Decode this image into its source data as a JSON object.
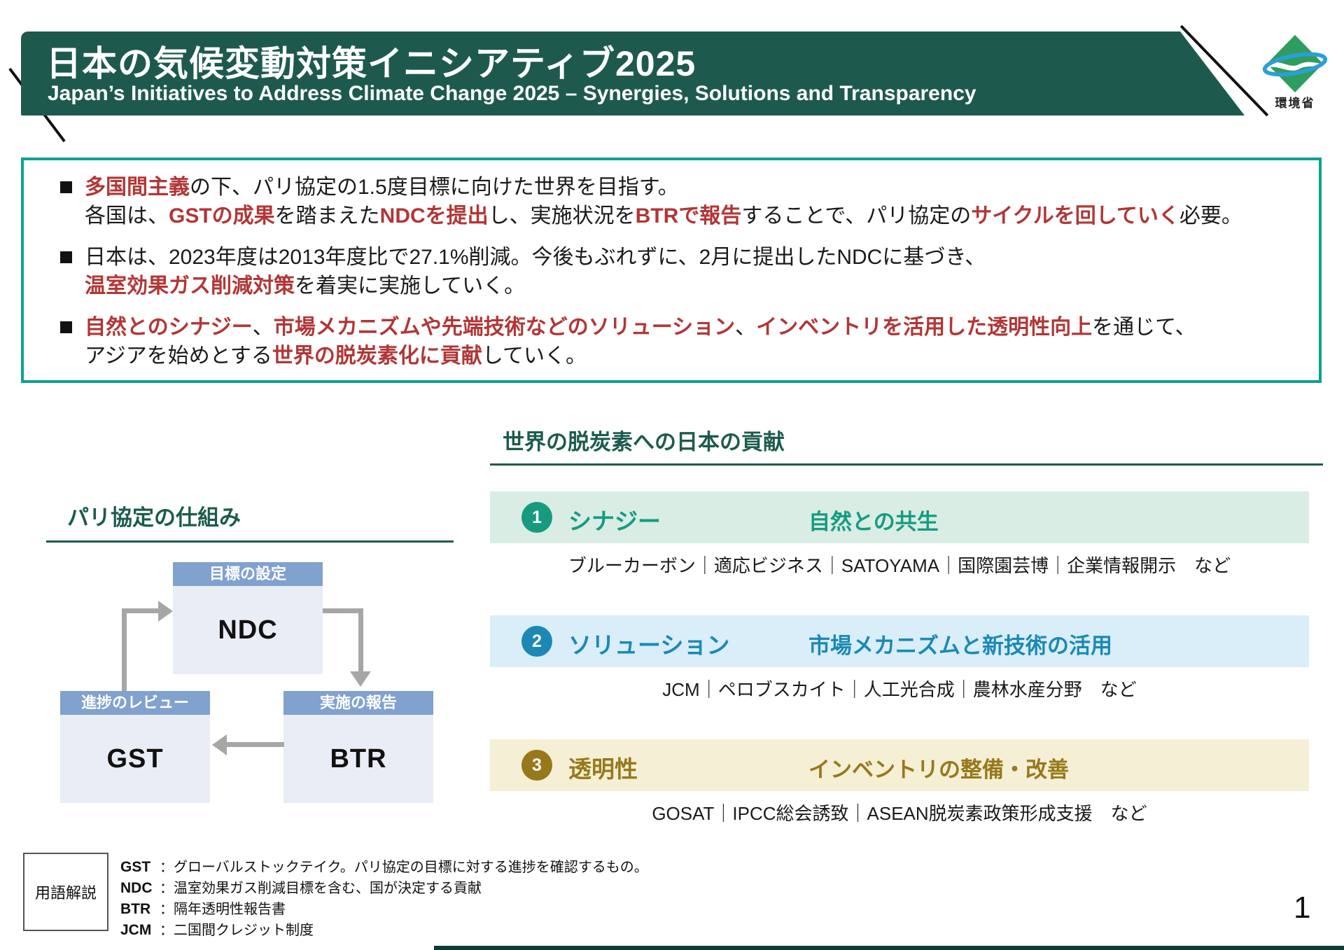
{
  "theme": {
    "header-bg": "#1d5a4d",
    "dark-green": "#1d5b4e",
    "box-border": "#0da291",
    "red": "#b23636",
    "arrow": "#a6a6a6",
    "diagram-header": "#81a1ce",
    "diagram-body": "#e9edf5"
  },
  "header": {
    "title": "日本の気候変動対策イニシアティブ2025",
    "subtitle": "Japan’s Initiatives to Address Climate Change 2025 – Synergies, Solutions and Transparency",
    "ministry": "環境省"
  },
  "summary": {
    "bullets": [
      {
        "line1": [
          {
            "t": "多国間主義",
            "em": true
          },
          {
            "t": "の下、パリ協定の1.5度目標に向けた世界を目指す。"
          }
        ],
        "line2": [
          {
            "t": "各国は、"
          },
          {
            "t": "GSTの成果",
            "em": true
          },
          {
            "t": "を踏まえた"
          },
          {
            "t": "NDCを提出",
            "em": true
          },
          {
            "t": "し、実施状況を"
          },
          {
            "t": "BTRで報告",
            "em": true
          },
          {
            "t": "することで、パリ協定の"
          },
          {
            "t": "サイクルを回していく",
            "em": true
          },
          {
            "t": "必要。"
          }
        ]
      },
      {
        "line1": [
          {
            "t": "日本は、2023年度は2013年度比で27.1%削減。今後もぶれずに、2月に提出したNDCに基づき、"
          }
        ],
        "line2": [
          {
            "t": "温室効果ガス削減対策",
            "em": true
          },
          {
            "t": "を着実に実施していく。"
          }
        ]
      },
      {
        "line1": [
          {
            "t": "自然とのシナジー",
            "em": true
          },
          {
            "t": "、"
          },
          {
            "t": "市場メカニズムや先端技術などのソリューション",
            "em": true
          },
          {
            "t": "、"
          },
          {
            "t": "インベントリを活用した透明性向上",
            "em": true
          },
          {
            "t": "を通じて、"
          }
        ],
        "line2": [
          {
            "t": "アジアを始めとする"
          },
          {
            "t": "世界の脱炭素化に貢献",
            "em": true
          },
          {
            "t": "していく。"
          }
        ]
      }
    ]
  },
  "paris": {
    "heading": "パリ協定の仕組み",
    "ndc": {
      "label": "目標の設定",
      "value": "NDC"
    },
    "gst": {
      "label": "進捗のレビュー",
      "value": "GST"
    },
    "btr": {
      "label": "実施の報告",
      "value": "BTR"
    }
  },
  "contribution": {
    "heading": "世界の脱炭素への日本の貢献",
    "rows": [
      {
        "number": "1",
        "title": "シナジー",
        "subtitle": "自然との共生",
        "items": "ブルーカーボン｜適応ビジネス｜SATOYAMA｜国際園芸博｜企業情報開示　など",
        "bg_color": "#d9ede4",
        "accent_color": "#169b80"
      },
      {
        "number": "2",
        "title": "ソリューション",
        "subtitle": "市場メカニズムと新技術の活用",
        "items": "JCM｜ペロブスカイト｜人工光合成｜農林水産分野　など",
        "bg_color": "#d9eef8",
        "accent_color": "#1b89b4"
      },
      {
        "number": "3",
        "title": "透明性",
        "subtitle": "インベントリの整備・改善",
        "items": "GOSAT｜IPCC総会誘致｜ASEAN脱炭素政策形成支援　など",
        "bg_color": "#f5efd5",
        "accent_color": "#97791b"
      }
    ]
  },
  "glossary": {
    "label": "用語解説",
    "separator": "：",
    "entries": [
      {
        "term": "GST",
        "def": "グローバルストックテイク。パリ協定の目標に対する進捗を確認するもの。"
      },
      {
        "term": "NDC",
        "def": "温室効果ガス削減目標を含む、国が決定する貢献"
      },
      {
        "term": "BTR",
        "def": "隔年透明性報告書"
      },
      {
        "term": "JCM",
        "def": "二国間クレジット制度"
      }
    ]
  },
  "page_number": "1"
}
